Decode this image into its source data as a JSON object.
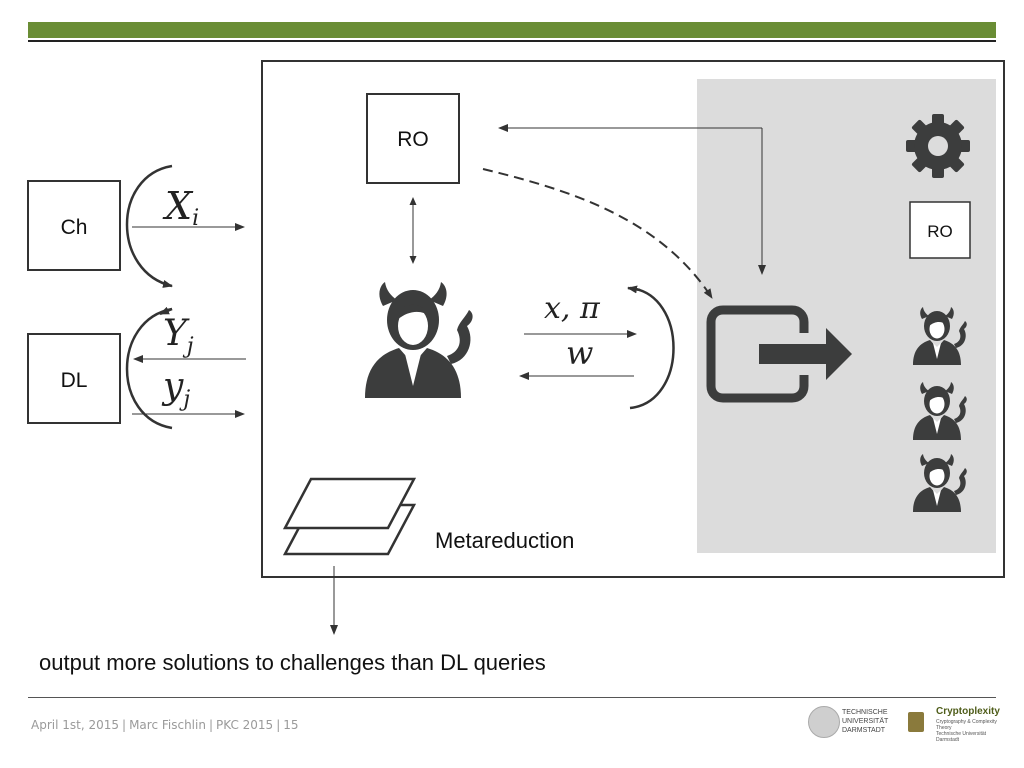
{
  "diagram": {
    "challenger_label": "Ch",
    "dl_oracle_label": "DL",
    "ro_label": "RO",
    "ro_inner_label": "RO",
    "math": {
      "x_i": "X",
      "x_i_sub": "i",
      "y_upper": "Y",
      "y_upper_sub": "j",
      "y_lower": "y",
      "y_lower_sub": "j",
      "x_pi": "x, π",
      "w": "w"
    },
    "metareduction_label": "Metareduction",
    "conclusion": "output more solutions to challenges than DL queries"
  },
  "icons": {
    "gear": "gear-icon",
    "adversary": "devil-adversary-icon",
    "rewind": "rewind-arrow-icon",
    "layers": "stacked-layers-icon"
  },
  "colors": {
    "accent_bar": "#6a8d35",
    "shaded_region": "#dcdcdc",
    "icon_fill": "#3c3d3d"
  },
  "footer": {
    "date": "April 1st, 2015",
    "author": "Marc Fischlin",
    "conference": "PKC 2015",
    "page": "15"
  },
  "logos": {
    "university": "TECHNISCHE UNIVERSITÄT DARMSTADT",
    "cryptoplexity_brand": "Cryptoplexity",
    "cryptoplexity_tagline": "Cryptography & Complexity Theory",
    "cryptoplexity_subline": "Technische Universität Darmstadt"
  }
}
